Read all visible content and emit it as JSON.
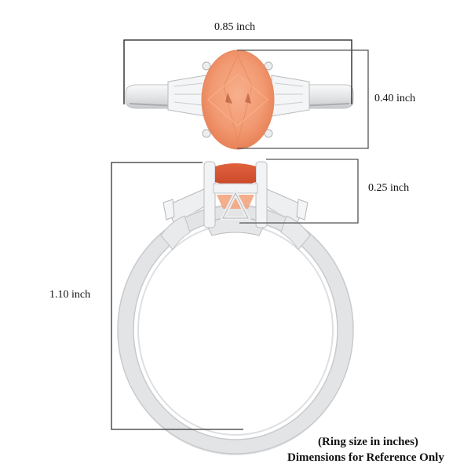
{
  "dimensions": {
    "width_top": "0.85 inch",
    "height_top": "0.40 inch",
    "head_height": "0.25 inch",
    "overall_height": "1.10 inch"
  },
  "notes": {
    "line1": "(Ring size in inches)",
    "line2": "Dimensions for Reference Only"
  },
  "colors": {
    "gem": "#f29a72",
    "gem_dark": "#e0704a",
    "gem_side": "#d9502e",
    "metal": "#e9eaec",
    "metal_shade": "#c9cbcf",
    "line": "#222222"
  }
}
